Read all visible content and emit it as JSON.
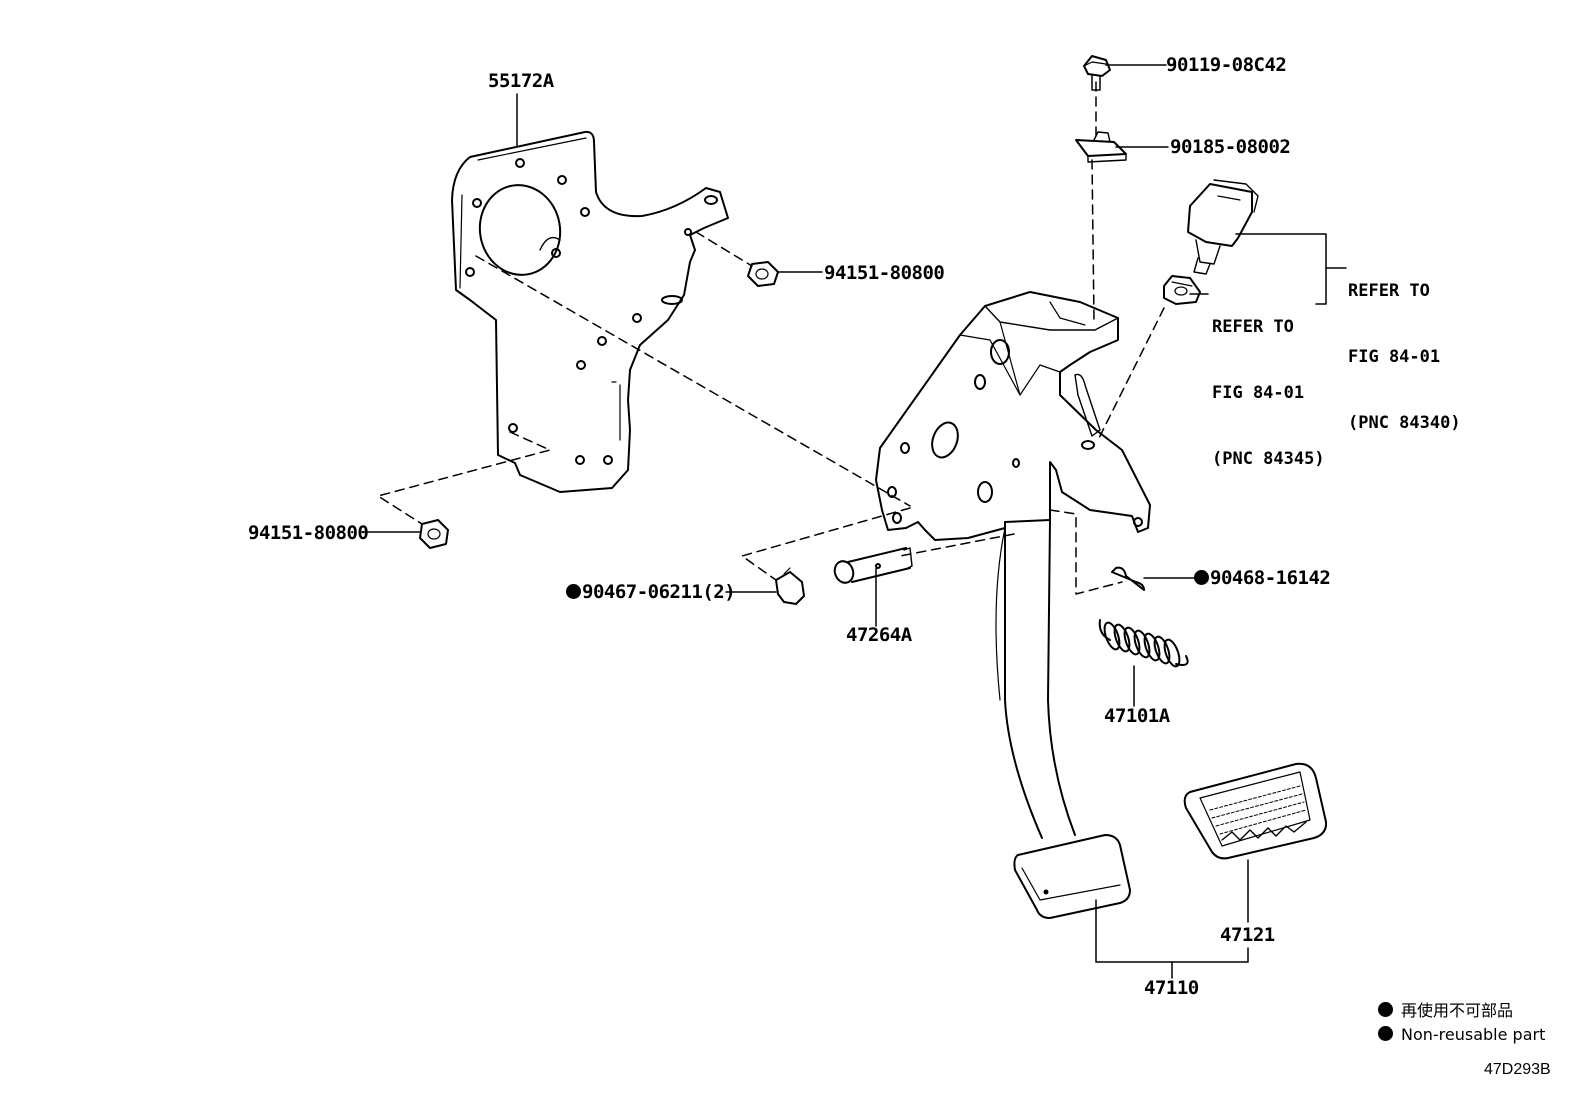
{
  "labels": {
    "bracket": "55172A",
    "bolt_top": "90119-08C42",
    "clip_top": "90185-08002",
    "nut_upper": "94151-80800",
    "nut_lower": "94151-80800",
    "bushing": "90467-06211(2)",
    "pin": "47264A",
    "clip_pin": "90468-16142",
    "spring": "47101A",
    "pad": "47121",
    "pedal": "47110"
  },
  "refers": {
    "switch": {
      "line1": "REFER TO",
      "line2": "FIG 84-01",
      "line3": "(PNC 84340)"
    },
    "cushion": {
      "line1": "REFER TO",
      "line2": "FIG 84-01",
      "line3": "(PNC 84345)"
    }
  },
  "legend": {
    "japanese": "再使用不可部品",
    "english": "Non-reusable part"
  },
  "figure_code": "47D293B",
  "icons": {
    "non_reusable_marker": "filled-circle"
  }
}
